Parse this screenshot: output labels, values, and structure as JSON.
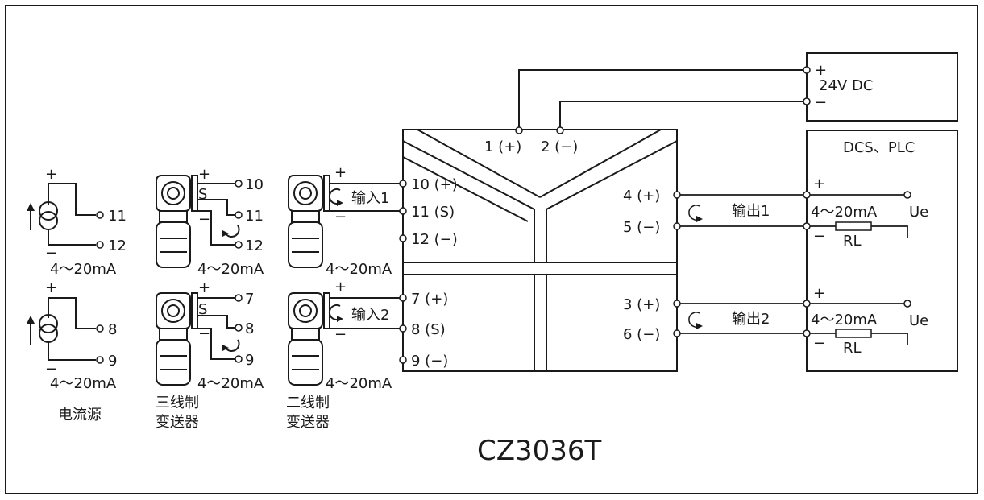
{
  "model": "CZ3036T",
  "power": {
    "label": "24V DC",
    "plus": "+",
    "minus": "−"
  },
  "power_terminals": {
    "t1": "1 (+)",
    "t2": "2 (−)"
  },
  "channel1": {
    "input_label": "输入1",
    "terminals": [
      "10 (+)",
      "11 (S)",
      "12 (−)"
    ],
    "output_label": "输出1",
    "out_terminals": [
      "4 (+)",
      "5 (−)"
    ],
    "current": "4～20mA"
  },
  "channel2": {
    "input_label": "输入2",
    "terminals": [
      "7 (+)",
      "8 (S)",
      "9 (−)"
    ],
    "output_label": "输出2",
    "out_terminals": [
      "3 (+)",
      "6 (−)"
    ],
    "current": "4～20mA"
  },
  "dcs": {
    "title": "DCS、PLC",
    "ue": "Ue",
    "rl": "RL",
    "current": "4～20mA",
    "plus": "+",
    "minus": "−"
  },
  "sources": {
    "current_source": {
      "label": "电流源",
      "pins1": [
        "11",
        "12"
      ],
      "pins2": [
        "8",
        "9"
      ],
      "current": "4～20mA"
    },
    "three_wire": {
      "label_line1": "三线制",
      "label_line2": "变送器",
      "pins1": [
        "10",
        "11",
        "12"
      ],
      "pins2": [
        "7",
        "8",
        "9"
      ],
      "s": "S",
      "current": "4～20mA"
    },
    "two_wire": {
      "label_line1": "二线制",
      "label_line2": "变送器",
      "current": "4～20mA"
    }
  },
  "signs": {
    "plus": "+",
    "minus": "−"
  }
}
